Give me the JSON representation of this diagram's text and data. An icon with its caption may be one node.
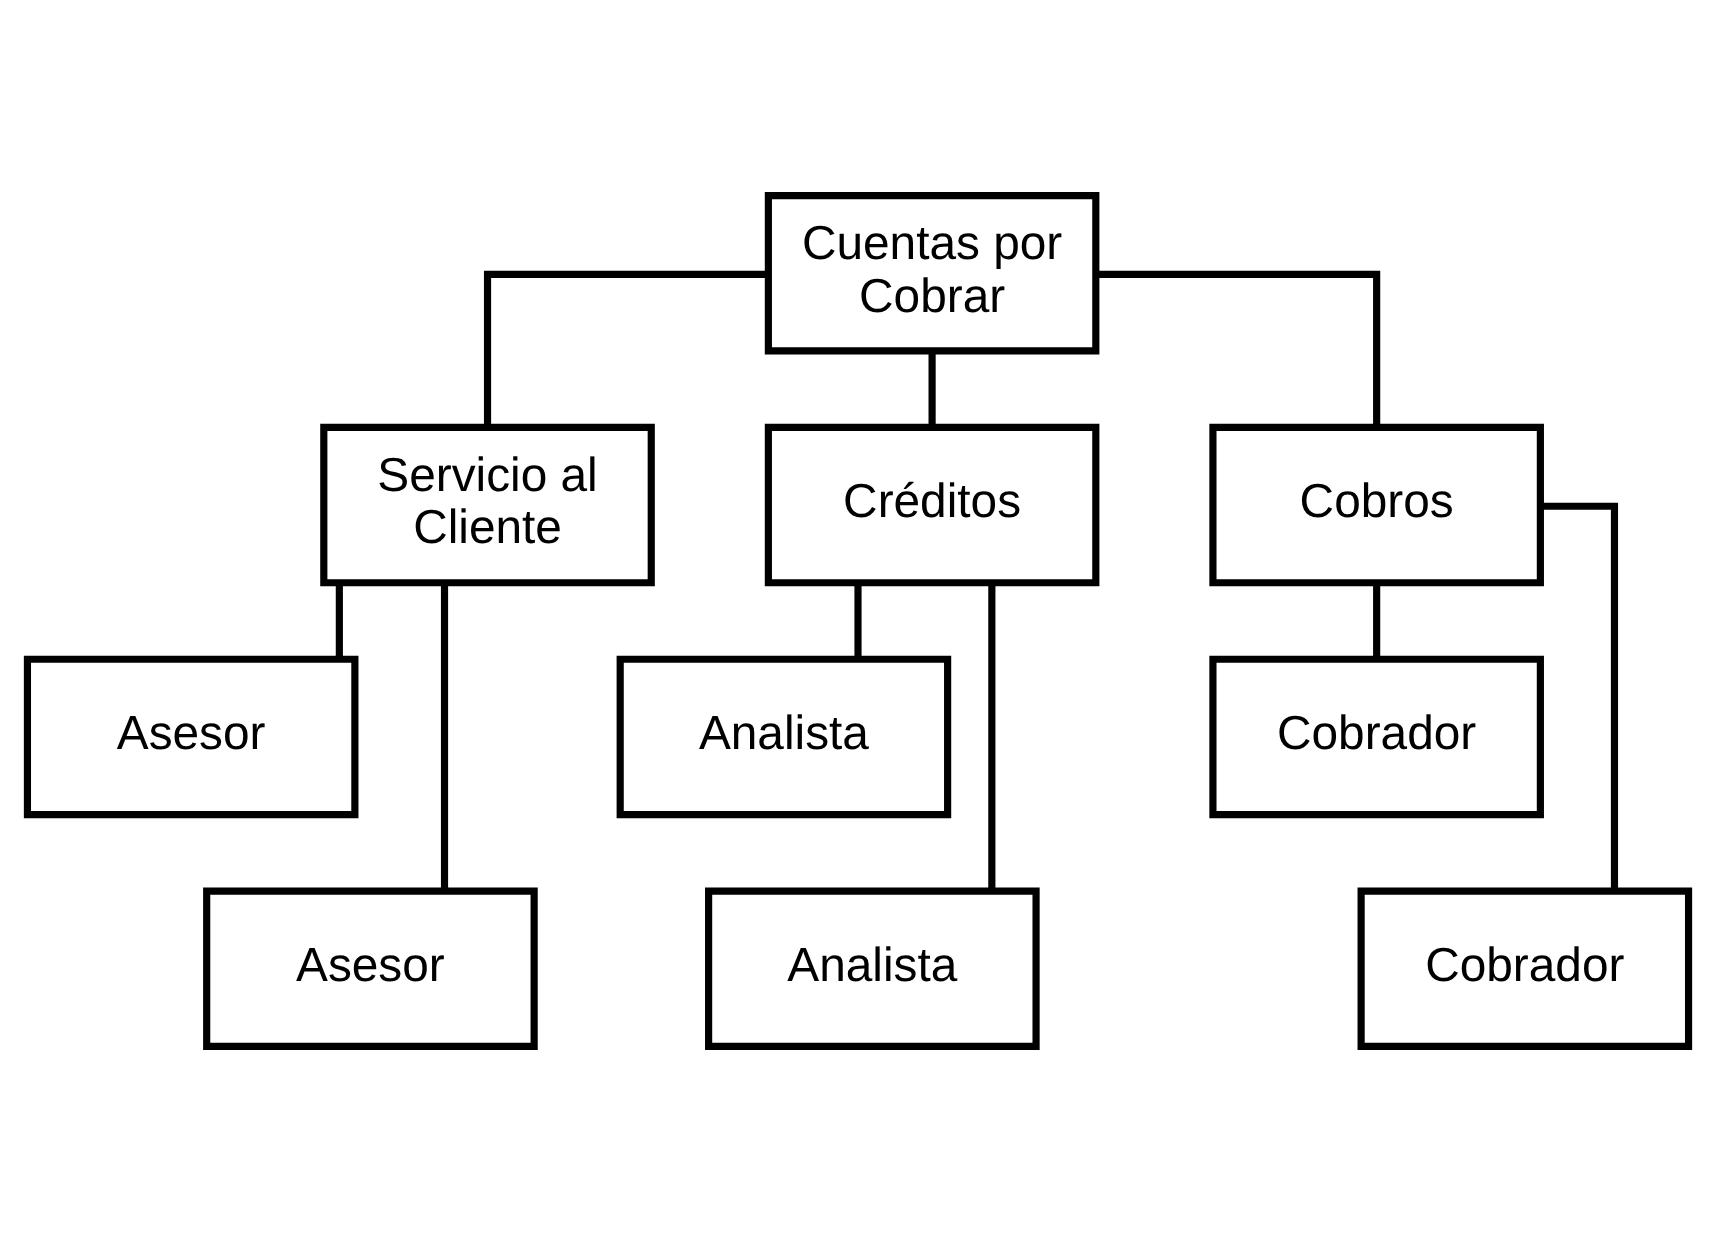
{
  "diagram": {
    "nodes": [
      {
        "text": [
          "Cuentas por Cobrar"
        ]
      },
      {
        "text": [
          "Servicio al Cliente"
        ]
      },
      {
        "text": [
          "Créditos"
        ]
      },
      {
        "text": [
          "Cobros"
        ]
      },
      {
        "text": [
          "Asesor"
        ]
      },
      {
        "text": [
          "Analista"
        ]
      },
      {
        "text": [
          "Cobrador"
        ]
      },
      {
        "text": [
          "Asesor"
        ]
      },
      {
        "text": [
          "Analista"
        ]
      },
      {
        "text": [
          "Cobrador"
        ]
      }
    ],
    "edges": [
      {
        "from": 0,
        "to": 1,
        "arrow": "none"
      },
      {
        "from": 0,
        "to": 2,
        "arrow": "none"
      },
      {
        "from": 0,
        "to": 3,
        "arrow": "none"
      },
      {
        "from": 1,
        "to": 4,
        "arrow": "none"
      },
      {
        "from": 1,
        "to": 7,
        "arrow": "none"
      },
      {
        "from": 2,
        "to": 5,
        "arrow": "none"
      },
      {
        "from": 2,
        "to": 8,
        "arrow": "none"
      },
      {
        "from": 3,
        "to": 6,
        "arrow": "none"
      },
      {
        "from": 3,
        "to": 9,
        "arrow": "none"
      }
    ]
  }
}
